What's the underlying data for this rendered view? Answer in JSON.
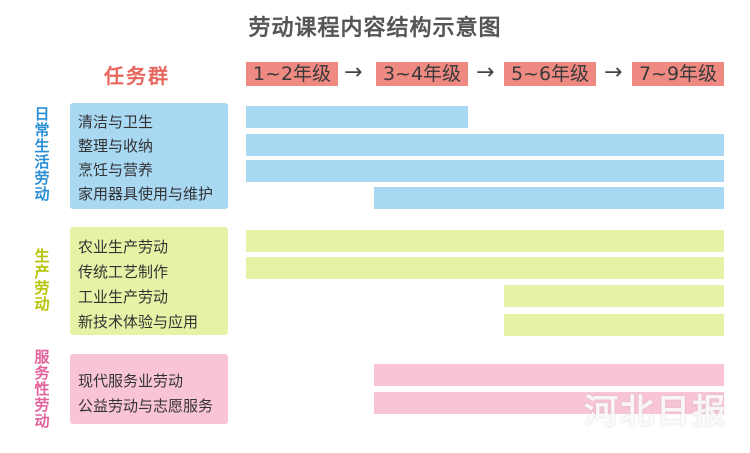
{
  "title": "劳动课程内容结构示意图",
  "task_group_label": "任务群",
  "grades": [
    "1~2年级",
    "3~4年级",
    "5~6年级",
    "7~9年级"
  ],
  "arrow": "→",
  "categories": {
    "daily": {
      "label": "日常生活劳动",
      "color": "#2a8fd6",
      "panel_color": "#a9d8f3",
      "bar_color": "#a9d8f3",
      "items": [
        "清洁与卫生",
        "整理与收纳",
        "烹饪与营养",
        "家用器具使用与维护"
      ]
    },
    "production": {
      "label": "生产劳动",
      "color": "#b5c400",
      "panel_color": "#e6f2a6",
      "bar_color": "#e6f2a6",
      "items": [
        "农业生产劳动",
        "传统工艺制作",
        "工业生产劳动",
        "新技术体验与应用"
      ]
    },
    "service": {
      "label": "服务性劳动",
      "color": "#e2629a",
      "panel_color": "#f9c4d8",
      "bar_color": "#f9c4d8",
      "items": [
        "现代服务业劳动",
        "公益劳动与志愿服务"
      ]
    }
  },
  "watermark": "河北日报"
}
